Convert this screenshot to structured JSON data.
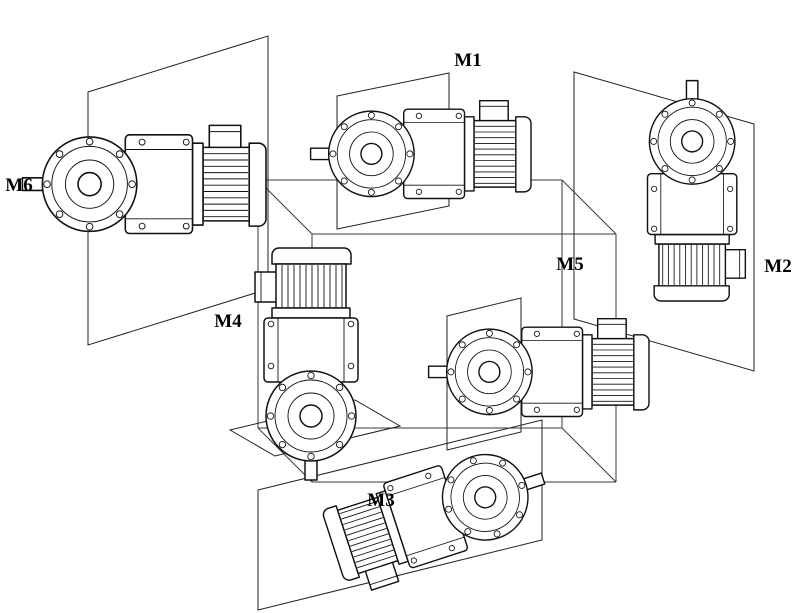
{
  "diagram": {
    "background": "#ffffff",
    "line_color": "#111111",
    "cube_line_color": "#3a3a3a",
    "labels": {
      "m1": "M1",
      "m2": "M2",
      "m3": "M3",
      "m4": "M4",
      "m5": "M5",
      "m6": "M6"
    }
  }
}
